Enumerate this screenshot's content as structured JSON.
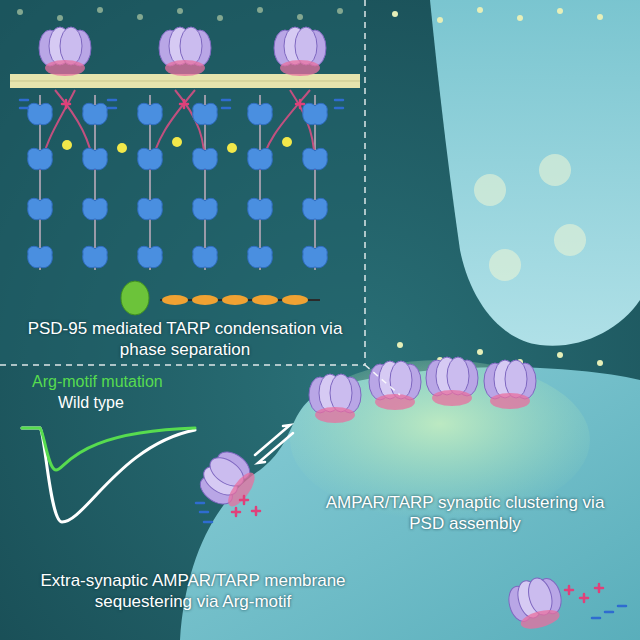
{
  "diagram": {
    "labels": [
      "PSD-95 mediated TARP condensation via phase separation",
      "AMPAR/TARP synaptic clustering via PSD assembly",
      "Extra-synaptic AMPAR/TARP membrane sequestering via Arg-motif"
    ],
    "legend": [
      {
        "text": "Arg-motif mutation"
      },
      {
        "text": "Wild type"
      }
    ]
  }
}
